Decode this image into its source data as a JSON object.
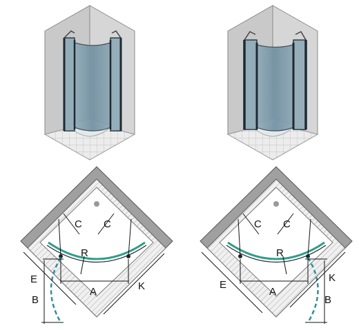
{
  "labels": {
    "c": "C",
    "r": "R",
    "a": "A",
    "e": "E",
    "b": "B",
    "k": "K"
  },
  "colors": {
    "wall": "#cfcfcf",
    "wall_dark": "#9d9d9d",
    "glass": "#7f9eae",
    "frame": "#1e2a33",
    "tile_line": "#b5b5b5",
    "tray": "#ffffff",
    "seal": "#2e9e8a",
    "door_arc": "#2e8f9a",
    "hatch": "#d8d8d8"
  },
  "figures": [
    {
      "id": "left-door-variant",
      "door_side": "left"
    },
    {
      "id": "right-door-variant",
      "door_side": "right"
    }
  ]
}
